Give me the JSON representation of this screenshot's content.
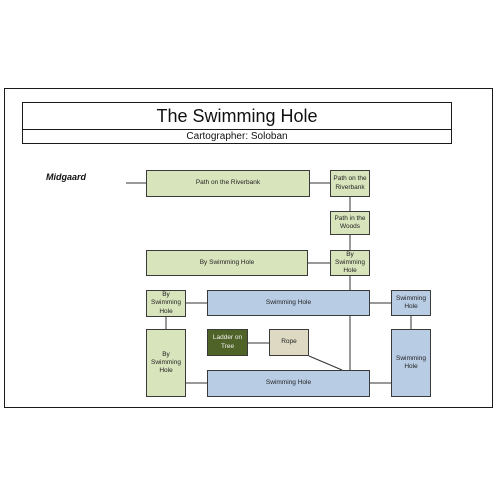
{
  "map": {
    "title": "The Swimming Hole",
    "cartographer": "Cartographer: Soloban",
    "region": "Midgaard"
  },
  "rooms": {
    "path_riverbank_long": "Path on the Riverbank",
    "path_riverbank_short": "Path on the Riverbank",
    "path_woods": "Path in the Woods",
    "by_swimming_hole_wide": "By Swimming Hole",
    "by_swimming_hole_right": "By Swimming Hole",
    "by_swimming_hole_left": "By Swimming Hole",
    "by_swimming_hole_tall": "By Swimming Hole",
    "swimming_hole_upper": "Swimming Hole",
    "swimming_hole_right_small": "Swimming Hole",
    "swimming_hole_right_tall": "Swimming Hole",
    "swimming_hole_lower": "Swimming Hole",
    "ladder_on_tree": "Ladder on Tree",
    "rope": "Rope"
  },
  "colors": {
    "land": "#d8e4bc",
    "water": "#b8cce4",
    "ladder": "#4f6228",
    "rope": "#ddd9c3"
  }
}
